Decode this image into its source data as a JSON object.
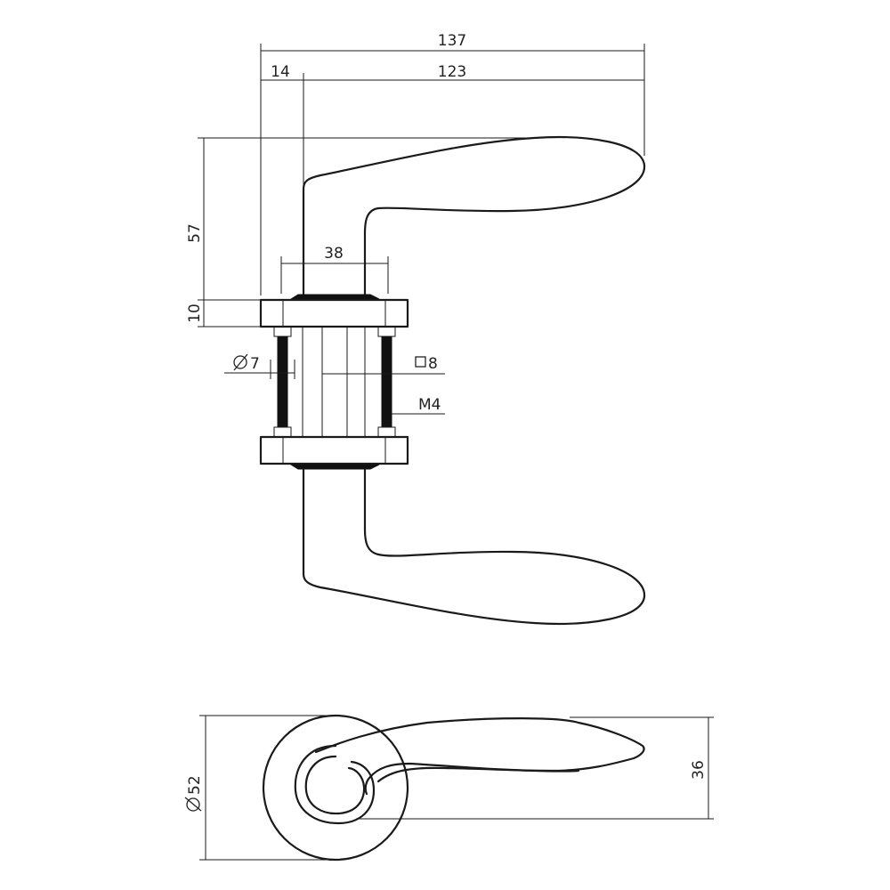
{
  "dimensions": {
    "overall_length": "137",
    "rose_offset": "14",
    "lever_length": "123",
    "lever_height": "57",
    "rose_thickness": "10",
    "screw_spacing": "38",
    "screw_diameter": "7",
    "spindle_square": "8",
    "thread": "M4",
    "rose_diameter": "52",
    "lever_depth": "36"
  },
  "symbols": {
    "diameter": "diameter-symbol",
    "square": "square-symbol"
  }
}
